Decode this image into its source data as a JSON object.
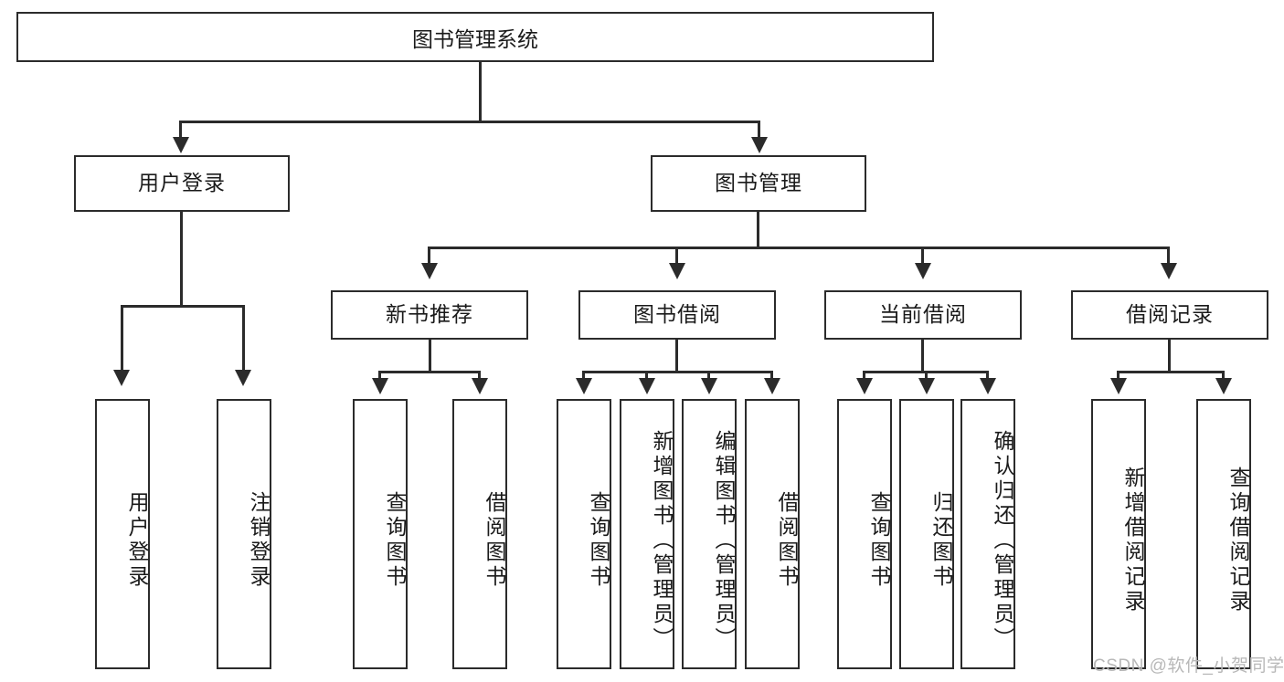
{
  "diagram": {
    "type": "tree-hierarchy-chart",
    "title": "图书管理系统",
    "root": {
      "label": "图书管理系统"
    },
    "level2": [
      {
        "id": "user-login",
        "label": "用户登录"
      },
      {
        "id": "book-manage",
        "label": "图书管理"
      }
    ],
    "level3": [
      {
        "id": "new-book-recommend",
        "label": "新书推荐"
      },
      {
        "id": "book-borrow",
        "label": "图书借阅"
      },
      {
        "id": "current-borrow",
        "label": "当前借阅"
      },
      {
        "id": "borrow-record",
        "label": "借阅记录"
      }
    ],
    "leaves": {
      "user_login": [
        {
          "id": "leaf-user-login",
          "label": "用户登录"
        },
        {
          "id": "leaf-logout-login",
          "label": "注销登录"
        }
      ],
      "new_book_recommend": [
        {
          "id": "leaf-query-book-1",
          "label": "查询图书"
        },
        {
          "id": "leaf-borrow-book-1",
          "label": "借阅图书"
        }
      ],
      "book_borrow": [
        {
          "id": "leaf-query-book-2",
          "label": "查询图书"
        },
        {
          "id": "leaf-add-book",
          "label": "新增图书（管理员）"
        },
        {
          "id": "leaf-edit-book",
          "label": "编辑图书（管理员）"
        },
        {
          "id": "leaf-borrow-book-2",
          "label": "借阅图书"
        }
      ],
      "current_borrow": [
        {
          "id": "leaf-query-book-3",
          "label": "查询图书"
        },
        {
          "id": "leaf-return-book",
          "label": "归还图书"
        },
        {
          "id": "leaf-confirm-return",
          "label": "确认归还（管理员）"
        }
      ],
      "borrow_record": [
        {
          "id": "leaf-add-record",
          "label": "新增借阅记录"
        },
        {
          "id": "leaf-query-record",
          "label": "查询借阅记录"
        }
      ]
    }
  },
  "watermark": {
    "text": "CSDN @软件_小贺同学"
  },
  "colors": {
    "stroke": "#2b2b2b",
    "fill": "#ffffff",
    "text": "#1a1a1a",
    "watermark": "#b8b8b8"
  }
}
